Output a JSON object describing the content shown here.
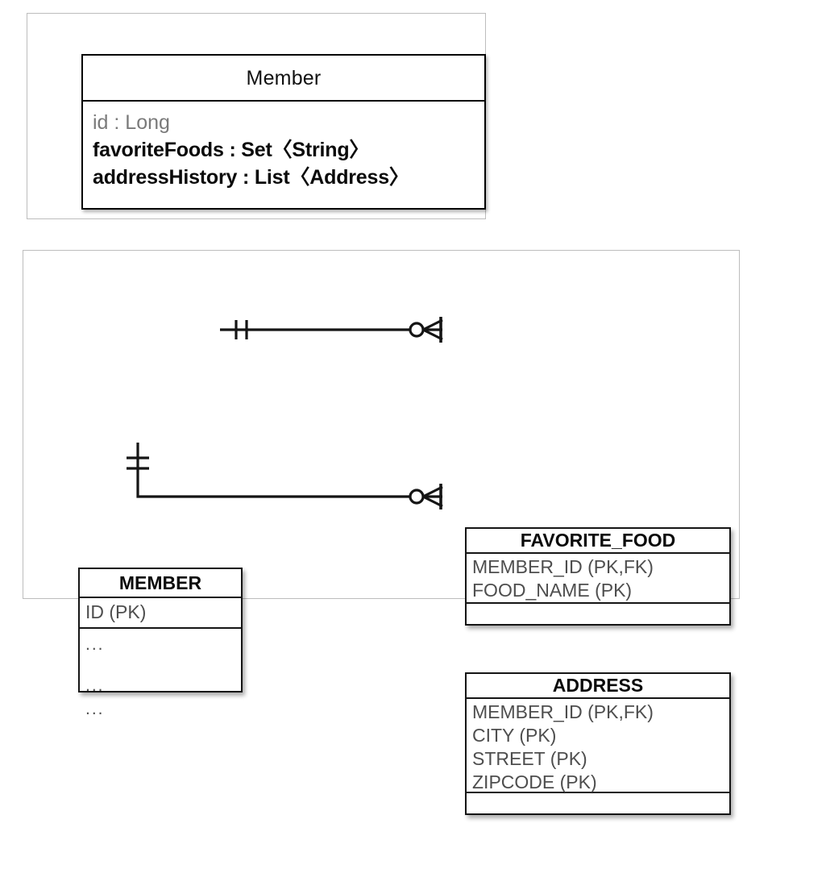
{
  "diagram": {
    "title_visible": false,
    "stroke_color": "#151515",
    "frame_color": "#bdbdbd",
    "attr_text_color": "#4e4e4e",
    "muted_text_color": "#7a7a7a"
  },
  "uml": {
    "class_name": "Member",
    "attributes": [
      {
        "text": "id : Long",
        "style": "muted"
      },
      {
        "text": "favoriteFoods : Set〈String〉",
        "style": "strong"
      },
      {
        "text": "addressHistory : List〈Address〉",
        "style": "strong"
      }
    ]
  },
  "er": {
    "tables": [
      {
        "name": "MEMBER",
        "pk_columns": [
          "ID (PK)"
        ],
        "body_columns": [
          "...",
          "...",
          "..."
        ]
      },
      {
        "name": "FAVORITE_FOOD",
        "pk_columns": [
          "MEMBER_ID (PK,FK)",
          "FOOD_NAME (PK)"
        ],
        "body_columns": []
      },
      {
        "name": "ADDRESS",
        "pk_columns": [
          "MEMBER_ID (PK,FK)",
          "CITY (PK)",
          "STREET (PK)",
          "ZIPCODE (PK)"
        ],
        "body_columns": []
      }
    ],
    "relationships": [
      {
        "from": "MEMBER",
        "to": "FAVORITE_FOOD",
        "from_cardinality": "one-and-only-one",
        "to_cardinality": "zero-or-many"
      },
      {
        "from": "MEMBER",
        "to": "ADDRESS",
        "from_cardinality": "one-and-only-one",
        "to_cardinality": "zero-or-many"
      }
    ]
  }
}
